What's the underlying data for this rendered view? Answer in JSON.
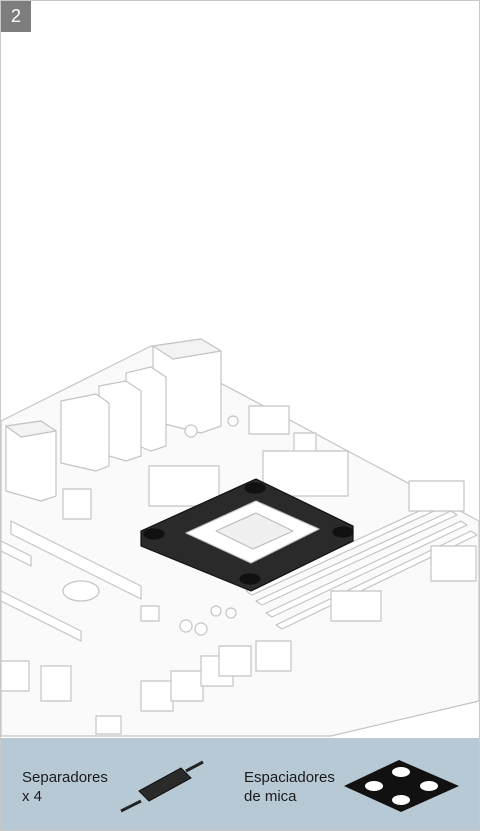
{
  "step": {
    "number": "2"
  },
  "parts": [
    {
      "line1": "Separadores",
      "line2": "x 4",
      "icon": "standoff-icon"
    },
    {
      "line1": "Espaciadores",
      "line2": "de mica",
      "icon": "mica-spacer-icon"
    }
  ],
  "colors": {
    "badge": "#7d7d7d",
    "footer": "#b8c9d6",
    "bracket": "#222222",
    "outline": "#c4c4c4"
  }
}
